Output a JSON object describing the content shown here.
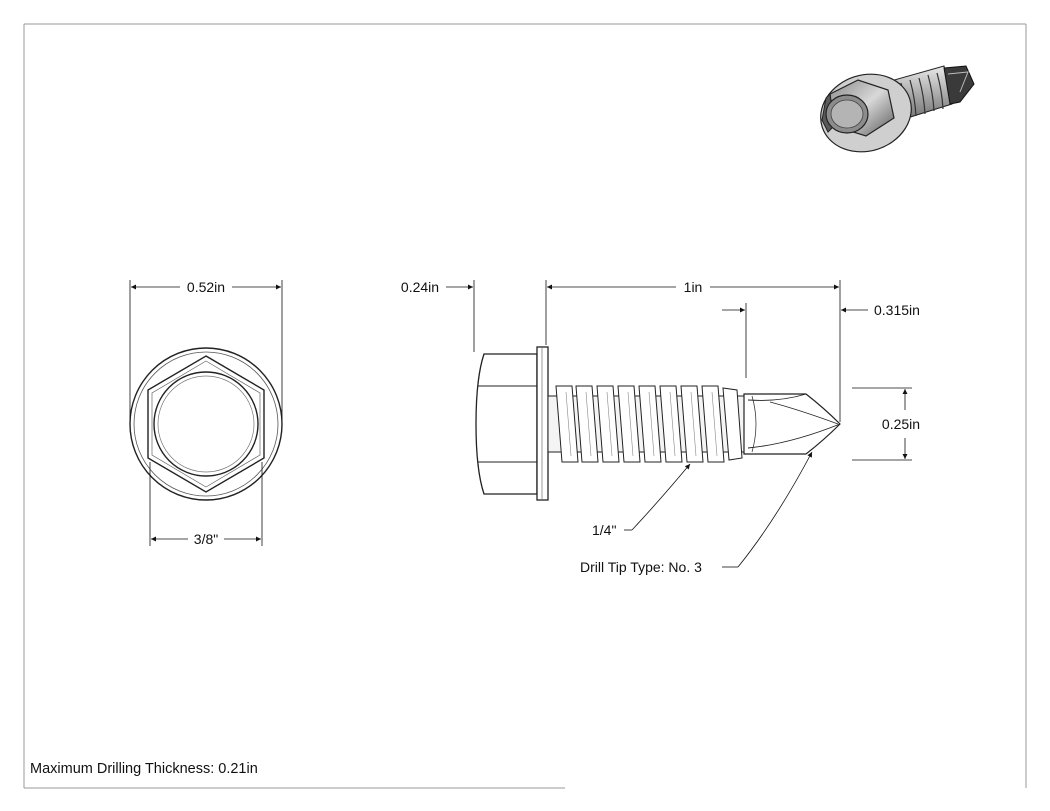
{
  "dimensions": {
    "flange_diameter": "0.52in",
    "hex_across_flats": "3/8\"",
    "head_height": "0.24in",
    "screw_length": "1in",
    "drill_point_length": "0.315in",
    "drill_diameter": "0.25in",
    "thread_size": "1/4\""
  },
  "callouts": {
    "drill_tip": "Drill Tip Type: No. 3"
  },
  "notes": {
    "max_drilling_thickness": "Maximum Drilling Thickness: 0.21in"
  },
  "colors": {
    "line": "#222222",
    "part_fill": "#ffffff",
    "shade_light": "#c9c9c9",
    "shade_dark": "#4a4a4a"
  }
}
